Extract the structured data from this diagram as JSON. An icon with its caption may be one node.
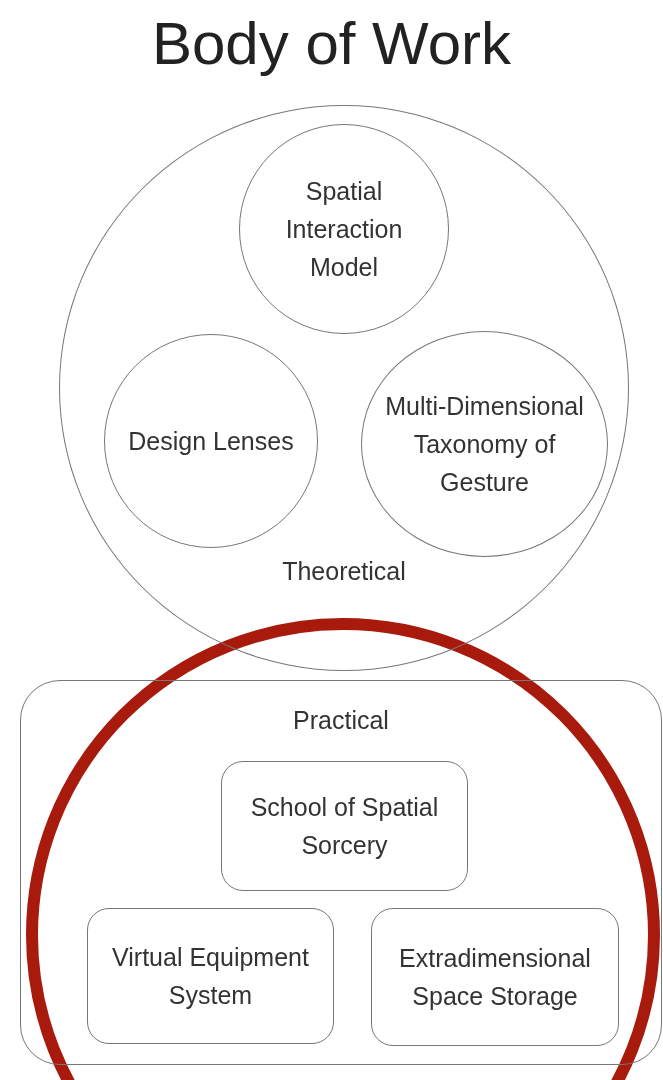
{
  "diagram": {
    "title": "Body of Work",
    "nodes": [
      {
        "text": [
          "Theoretical"
        ]
      },
      {
        "text": [
          "Spatial Interaction Model"
        ],
        "in": 0
      },
      {
        "text": [
          "Design Lenses"
        ],
        "in": 0
      },
      {
        "text": [
          "Multi-Dimensional Taxonomy of Gesture"
        ],
        "in": 0
      },
      {
        "text": [
          "Practical"
        ]
      },
      {
        "text": [
          "School of Spatial Sorcery"
        ],
        "in": 4
      },
      {
        "text": [
          "Virtual Equipment System"
        ],
        "in": 4
      },
      {
        "text": [
          "Extradimensional Space Storage"
        ],
        "in": 4
      }
    ],
    "edges": []
  }
}
